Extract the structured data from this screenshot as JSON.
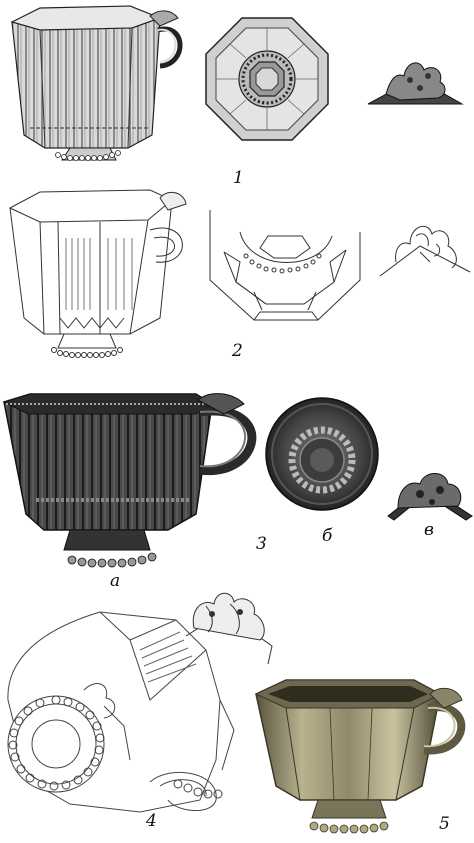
{
  "figure": {
    "labels": {
      "n1": "1",
      "n2": "2",
      "n3": "3",
      "n4": "4",
      "n5": "5",
      "a": "а",
      "b": "б",
      "v": "в"
    },
    "colors": {
      "ink": "#1a1a1a",
      "engraving_fill": "#cfcfcf",
      "dark_metal": "#3b3b3b",
      "silver": "#8a8468",
      "silver_light": "#c9c3a0",
      "background": "#ffffff"
    }
  }
}
